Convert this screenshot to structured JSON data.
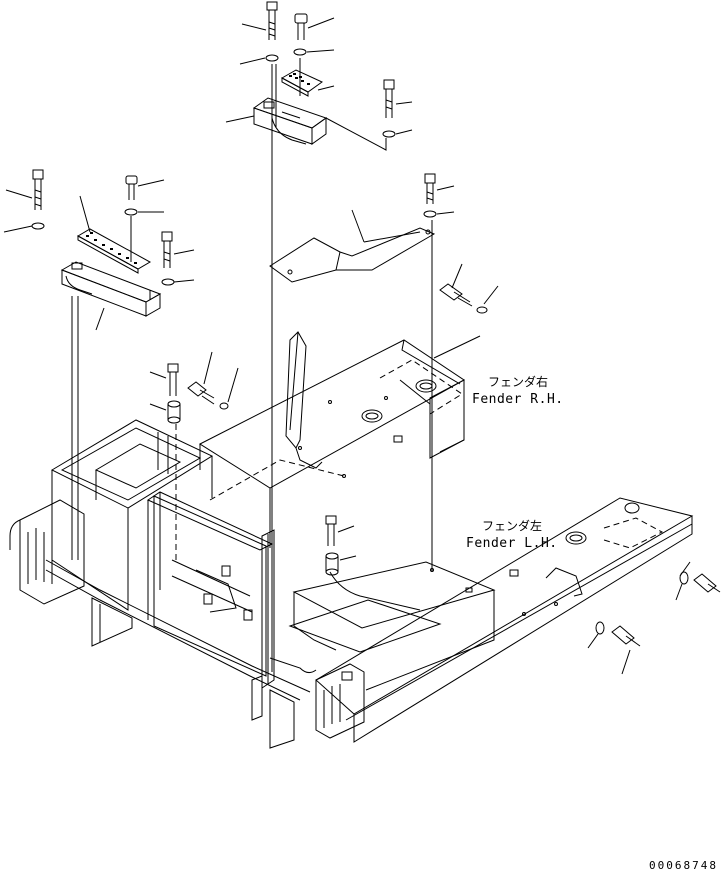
{
  "callouts": {
    "fender_rh": {
      "jp": "フェンダ右",
      "en": "Fender R.H."
    },
    "fender_lh": {
      "jp": "フェンダ左",
      "en": "Fender L.H."
    }
  },
  "footer": {
    "document_number": "00068748"
  }
}
